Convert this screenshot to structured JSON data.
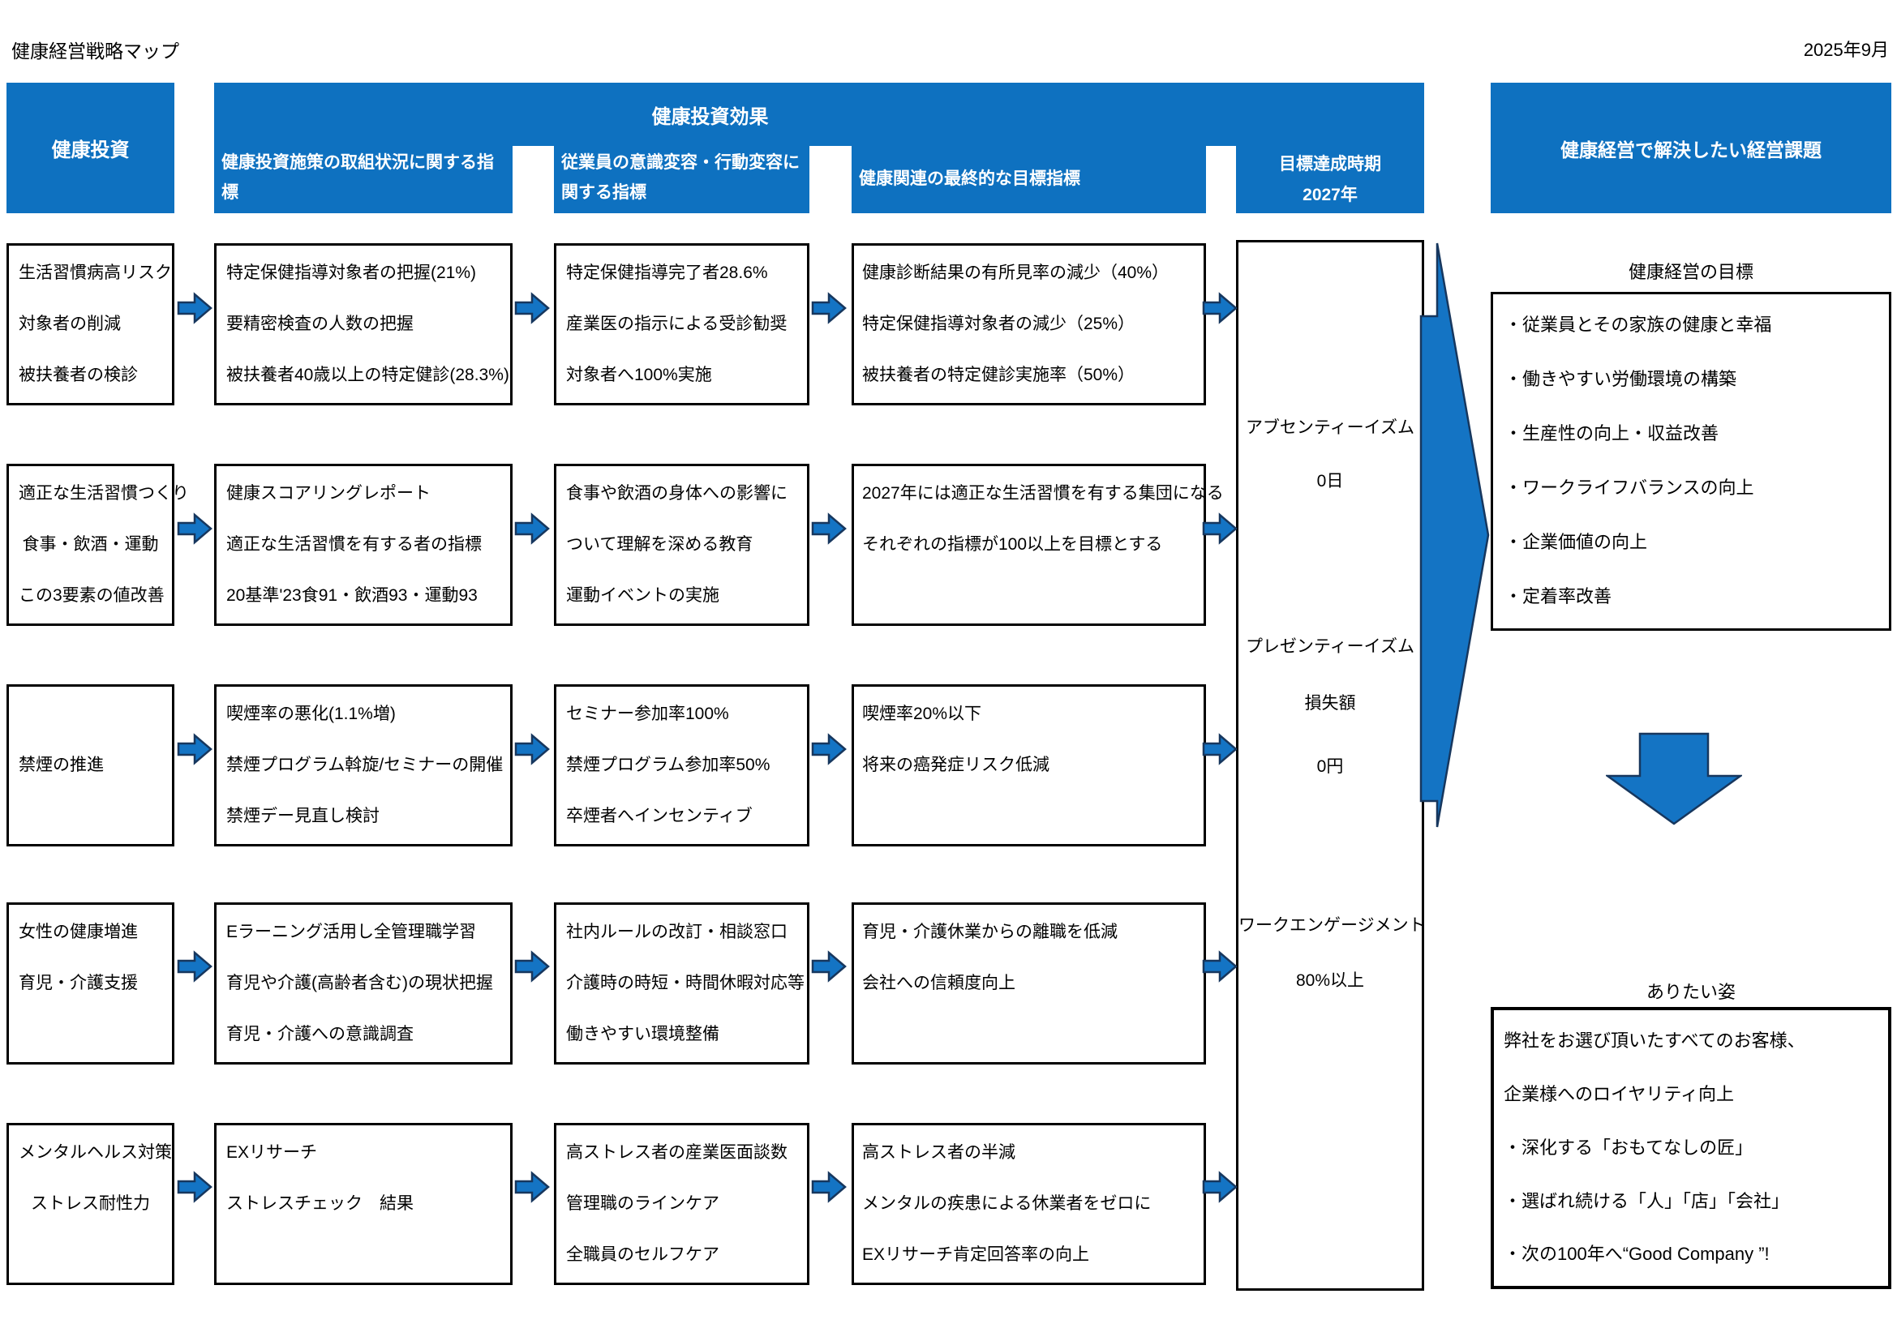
{
  "meta": {
    "title": "健康経営戦略マップ",
    "date": "2025年9月"
  },
  "colors": {
    "header_blue": "#0e71c0",
    "arrow_fill": "#1474c4",
    "arrow_border": "#17375e",
    "border_black": "#000000"
  },
  "header": {
    "investment": "健康投資",
    "effect": "健康投資効果",
    "sub_initiative": "健康投資施策の取組状況に関する指標",
    "sub_behavior": "従業員の意識変容・行動変容に関する指標",
    "sub_target": "健康関連の最終的な目標指標",
    "timing_line1": "目標達成時期",
    "timing_line2": "2027年",
    "issues": "健康経営で解決したい経営課題"
  },
  "rows": [
    {
      "investment": [
        "生活習慣病高リスク",
        "対象者の削減",
        "被扶養者の検診"
      ],
      "initiative": [
        "特定保健指導対象者の把握(21%)",
        "要精密検査の人数の把握",
        "被扶養者40歳以上の特定健診(28.3%)"
      ],
      "behavior": [
        "特定保健指導完了者28.6%",
        "産業医の指示による受診勧奨",
        "対象者へ100%実施"
      ],
      "target": [
        "健康診断結果の有所見率の減少（40%）",
        "特定保健指導対象者の減少（25%）",
        "被扶養者の特定健診実施率（50%）"
      ]
    },
    {
      "investment": [
        "適正な生活習慣つくり",
        "食事・飲酒・運動",
        "この3要素の値改善"
      ],
      "initiative": [
        "健康スコアリングレポート",
        "適正な生活習慣を有する者の指標",
        "20基準'23食91・飲酒93・運動93"
      ],
      "behavior": [
        "食事や飲酒の身体への影響に",
        "ついて理解を深める教育",
        "運動イベントの実施"
      ],
      "target": [
        "2027年には適正な生活習慣を有する集団になる",
        "それぞれの指標が100以上を目標とする",
        ""
      ]
    },
    {
      "investment": [
        "",
        "禁煙の推進",
        ""
      ],
      "initiative": [
        "喫煙率の悪化(1.1%増)",
        "禁煙プログラム斡旋/セミナーの開催",
        "禁煙デー見直し検討"
      ],
      "behavior": [
        "セミナー参加率100%",
        "禁煙プログラム参加率50%",
        "卒煙者へインセンティブ"
      ],
      "target": [
        "喫煙率20%以下",
        "将来の癌発症リスク低減",
        ""
      ]
    },
    {
      "investment": [
        "女性の健康増進",
        "育児・介護支援",
        ""
      ],
      "initiative": [
        "Eラーニング活用し全管理職学習",
        "育児や介護(高齢者含む)の現状把握",
        "育児・介護への意識調査"
      ],
      "behavior": [
        "社内ルールの改訂・相談窓口",
        "介護時の時短・時間休暇対応等",
        "働きやすい環境整備"
      ],
      "target": [
        "育児・介護休業からの離職を低減",
        "会社への信頼度向上",
        ""
      ]
    },
    {
      "investment": [
        "メンタルヘルス対策",
        "ストレス耐性力",
        ""
      ],
      "initiative": [
        "EXリサーチ",
        "ストレスチェック　結果",
        ""
      ],
      "behavior": [
        "高ストレス者の産業医面談数",
        "管理職のラインケア",
        "全職員のセルフケア"
      ],
      "target": [
        "高ストレス者の半減",
        "メンタルの疾患による休業者をゼロに",
        "EXリサーチ肯定回答率の向上"
      ]
    }
  ],
  "timeline": {
    "absenteeism_label": "アブセンティーイズム",
    "absenteeism_value": "0日",
    "presenteeism_label": "プレゼンティーイズム",
    "presenteeism_sub": "損失額",
    "presenteeism_value": "0円",
    "engagement_label": "ワークエンゲージメント",
    "engagement_value": "80%以上"
  },
  "goals": {
    "heading": "健康経営の目標",
    "items": [
      "・従業員とその家族の健康と幸福",
      "・働きやすい労働環境の構築",
      "・生産性の向上・収益改善",
      "・ワークライフバランスの向上",
      "・企業価値の向上",
      "・定着率改善"
    ]
  },
  "vision": {
    "heading": "ありたい姿",
    "items": [
      "弊社をお選び頂いたすべてのお客様、",
      "企業様へのロイヤリティ向上",
      "・深化する「おもてなしの匠」",
      "・選ばれ続ける「人」「店」「会社」",
      "・次の100年へ“Good Company ”!"
    ]
  }
}
